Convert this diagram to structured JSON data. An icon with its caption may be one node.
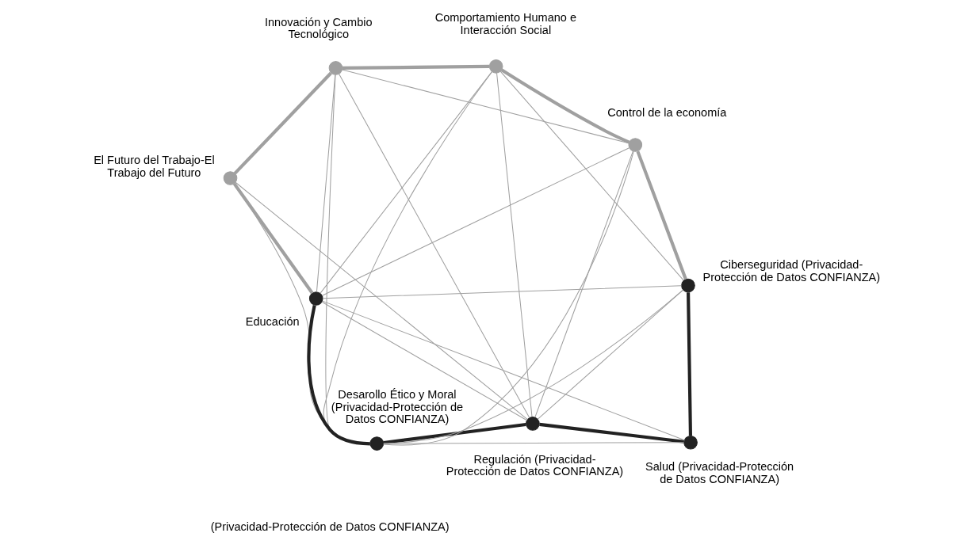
{
  "diagram": {
    "nodes": [
      {
        "text": [],
        "shape": "circle",
        "beside": [
          "Regulación (Privacidad-Protección de Datos CONFIANZA)"
        ]
      },
      {
        "text": [],
        "shape": "circle",
        "beside": [
          "Desarollo Ético y Moral (Privacidad-Protección de Datos CONFIANZA)"
        ]
      },
      {
        "text": [],
        "shape": "circle",
        "beside": [
          "Salud (Privacidad-Protección de Datos CONFIANZA)"
        ]
      },
      {
        "text": [],
        "shape": "circle",
        "beside": [
          "Educación"
        ]
      },
      {
        "text": [],
        "shape": "circle",
        "beside": [
          "Ciberseguridad (Privacidad-Protección de Datos CONFIANZA)"
        ]
      },
      {
        "text": [],
        "shape": "circle",
        "beside": [
          "El Futuro del Trabajo-El Trabajo del Futuro"
        ]
      },
      {
        "text": [],
        "shape": "circle",
        "beside": [
          "Control de la economía"
        ]
      },
      {
        "text": [],
        "shape": "circle",
        "beside": [
          "Innovación y Cambio Tecnológico"
        ]
      },
      {
        "text": [],
        "shape": "circle",
        "beside": [
          "Comportamiento Humano e Interacción Social"
        ]
      }
    ],
    "edges": [
      {
        "from": 1,
        "to": 0,
        "arrow": "none",
        "style": "thick",
        "color": "#222222"
      },
      {
        "from": 0,
        "to": 2,
        "arrow": "none",
        "style": "thick",
        "color": "#222222"
      },
      {
        "from": 2,
        "to": 4,
        "arrow": "none",
        "style": "thick",
        "color": "#222222"
      },
      {
        "from": 4,
        "to": 6,
        "arrow": "none",
        "style": "thick"
      },
      {
        "from": 6,
        "to": 8,
        "arrow": "none",
        "style": "thick"
      },
      {
        "from": 8,
        "to": 7,
        "arrow": "none",
        "style": "thick"
      },
      {
        "from": 7,
        "to": 5,
        "arrow": "none",
        "style": "thick"
      },
      {
        "from": 5,
        "to": 3,
        "arrow": "none",
        "style": "thick"
      },
      {
        "from": 3,
        "to": 1,
        "arrow": "none",
        "style": "thick",
        "color": "#222222"
      },
      {
        "from": 1,
        "to": 2,
        "arrow": "none"
      },
      {
        "from": 1,
        "to": 4,
        "arrow": "none"
      },
      {
        "from": 1,
        "to": 6,
        "arrow": "none"
      },
      {
        "from": 1,
        "to": 8,
        "arrow": "none"
      },
      {
        "from": 1,
        "to": 7,
        "arrow": "none"
      },
      {
        "from": 1,
        "to": 5,
        "arrow": "none"
      },
      {
        "from": 0,
        "to": 3,
        "arrow": "none"
      },
      {
        "from": 0,
        "to": 5,
        "arrow": "none"
      },
      {
        "from": 0,
        "to": 7,
        "arrow": "none"
      },
      {
        "from": 0,
        "to": 8,
        "arrow": "none"
      },
      {
        "from": 0,
        "to": 6,
        "arrow": "none"
      },
      {
        "from": 0,
        "to": 4,
        "arrow": "none"
      },
      {
        "from": 2,
        "to": 3,
        "arrow": "none"
      },
      {
        "from": 3,
        "to": 4,
        "arrow": "none"
      },
      {
        "from": 3,
        "to": 6,
        "arrow": "none"
      },
      {
        "from": 3,
        "to": 8,
        "arrow": "none"
      },
      {
        "from": 3,
        "to": 7,
        "arrow": "none"
      },
      {
        "from": 6,
        "to": 7,
        "arrow": "none"
      },
      {
        "from": 8,
        "to": 4,
        "arrow": "none"
      }
    ],
    "labels": [
      "(Privacidad-Protección de Datos CONFIANZA)"
    ]
  }
}
